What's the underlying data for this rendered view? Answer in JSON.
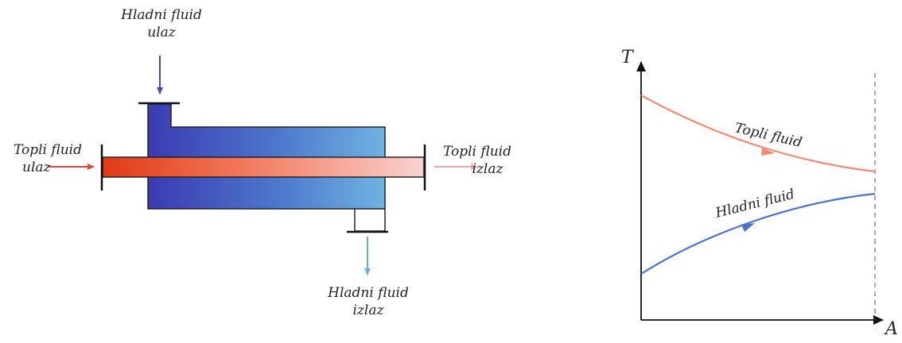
{
  "heat_exchanger": {
    "cold_in_line1": "Hladni fluid",
    "cold_in_line2": "ulaz",
    "hot_in_line1": "Topli fluid",
    "hot_in_line2": "ulaz",
    "hot_out_line1": "Topli fluid",
    "hot_out_line2": "izlaz",
    "cold_out_line1": "Hladni fluid",
    "cold_out_line2": "izlaz"
  },
  "graph": {
    "y_axis_label": "T",
    "x_axis_label": "A",
    "hot_curve_label": "Topli fluid",
    "cold_curve_label": "Hladni fluid"
  },
  "colors": {
    "hot_start": "#e03a14",
    "hot_end": "#f6c6c4",
    "cold_start": "#3a3ab0",
    "cold_end": "#6aaee0",
    "hot_curve": "#ef8a72",
    "cold_curve": "#4a72c8"
  }
}
